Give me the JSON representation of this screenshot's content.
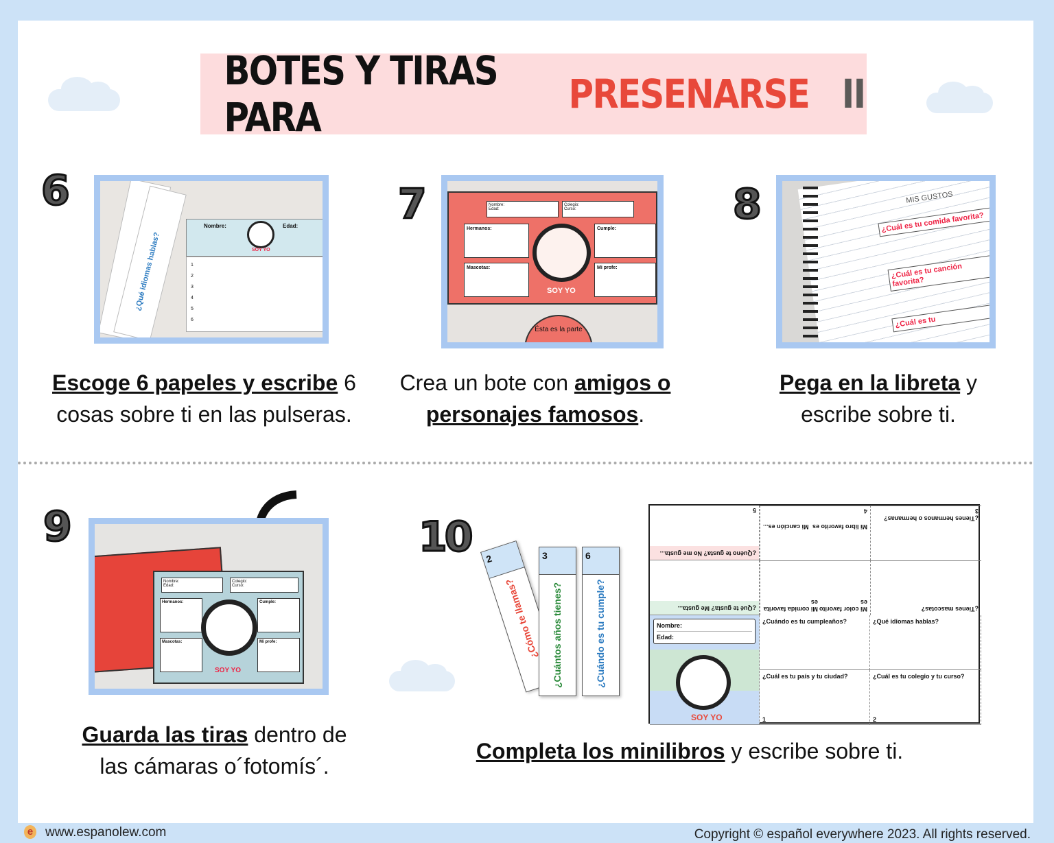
{
  "title": {
    "part1": "BOTES Y TIRAS PARA",
    "part2": "PRESENARSE",
    "part3": "II",
    "accent_color": "#e8483a"
  },
  "steps": [
    {
      "number": "6",
      "caption_bold": "Escoge 6 papeles y escribe",
      "caption_rest": " 6 cosas sobre ti en las pulseras.",
      "photo": {
        "strip_question": "¿Qué idiomas hablas?",
        "card_labels": [
          "Nombre:",
          "Edad:"
        ],
        "soy_yo": "SOY YO",
        "lines": [
          "1",
          "2",
          "3",
          "4",
          "5",
          "6"
        ]
      }
    },
    {
      "number": "7",
      "caption_pre": "Crea un bote con ",
      "caption_bold": "amigos o personajes famosos",
      "caption_rest": ".",
      "photo": {
        "labels": [
          "Nombre:",
          "Edad:",
          "Colegio:",
          "Curso:",
          "Hermanos:",
          "Cumple:",
          "Mascotas:",
          "Mi profe:"
        ],
        "soy_yo": "SOY YO",
        "bottom_text": "Ésta es la parte"
      }
    },
    {
      "number": "8",
      "caption_bold": "Pega en la libreta",
      "caption_rest": " y escribe sobre ti.",
      "photo": {
        "heading": "MIS GUSTOS",
        "questions": [
          "¿Cuál es tu comida favorita?",
          "¿Cuál es tu canción favorita?",
          "¿Cuál es tu"
        ]
      }
    },
    {
      "number": "9",
      "caption_bold": "Guarda las tiras",
      "caption_rest": " dentro de las cámaras  o´fotomís´.",
      "photo": {
        "labels": [
          "Nombre:",
          "Edad:",
          "Colegio:",
          "Curso:",
          "Hermanos:",
          "Cumple:",
          "Mascotas:",
          "Mi profe:"
        ],
        "soy_yo": "SOY YO"
      }
    },
    {
      "number": "10",
      "caption_bold": "Completa los minilibros",
      "caption_rest": " y escribe sobre ti.",
      "strips": [
        {
          "n": "2",
          "q": "¿Cómo te llamas?"
        },
        {
          "n": "3",
          "q": "¿Cuántos años tienes?"
        },
        {
          "n": "6",
          "q": "¿Cuándo es tu cumple?"
        }
      ],
      "minibook": {
        "page5": "5",
        "likes_no": "¿Quéno te gusta? No me gusta...",
        "page4": "4",
        "song": "Mi canción es...",
        "book": "Mi libro favorito es",
        "page3": "3",
        "siblings": "¿Tienes hermanos o hermanas?",
        "food": "Mi comida favorita es",
        "color": "Mi color favorito es",
        "pets": "¿Tienes mascotas?",
        "likes": "¿Qué te gusta? Me gusta...",
        "name": "Nombre:",
        "age": "Edad:",
        "soy_yo": "SOY YO",
        "birthday": "¿Cuándo es tu cumpleaños?",
        "languages": "¿Qué idiomas hablas?",
        "country": "¿Cuál es tu país y tu ciudad?",
        "school": "¿Cuál es tu colegio y tu curso?",
        "page1": "1",
        "page2": "2"
      }
    }
  ],
  "footer": {
    "website": "www.espanolew.com",
    "copyright": "Copyright © español everywhere 2023. All rights reserved."
  }
}
